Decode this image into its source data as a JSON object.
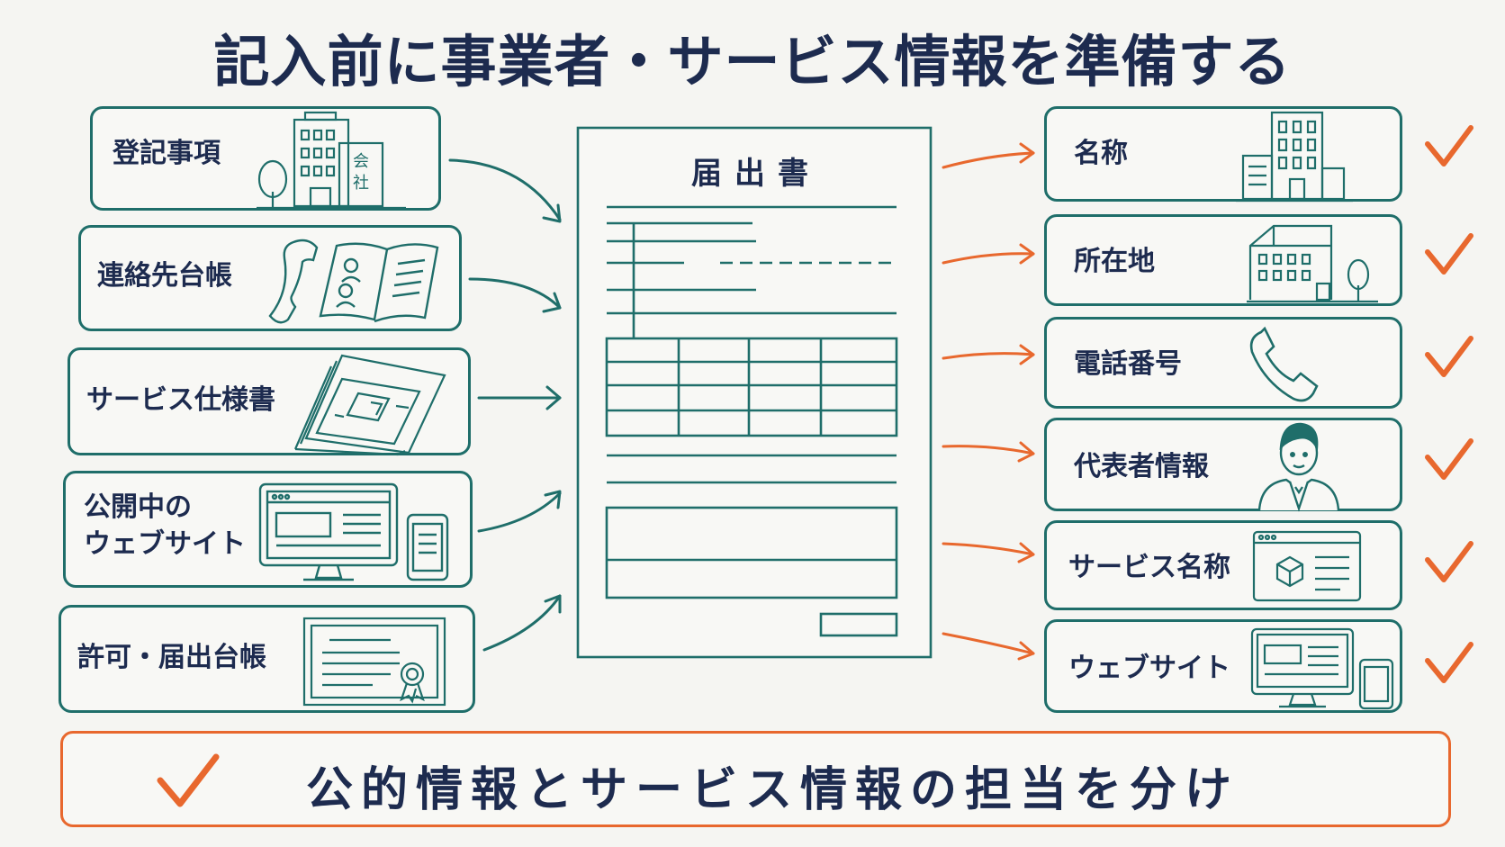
{
  "title": "記入前に事業者・サービス情報を準備する",
  "sources": [
    {
      "label": "登記事項",
      "icon": "company-building-icon"
    },
    {
      "label": "連絡先台帳",
      "icon": "phone-address-book-icon"
    },
    {
      "label": "サービス仕様書",
      "icon": "blueprint-stack-icon"
    },
    {
      "label": "公開中の\nウェブサイト",
      "icon": "monitor-tablet-icon"
    },
    {
      "label": "許可・届出台帳",
      "icon": "certificate-icon"
    }
  ],
  "document": {
    "title": "届出書"
  },
  "fields": [
    {
      "label": "名称",
      "icon": "building-icon"
    },
    {
      "label": "所在地",
      "icon": "office-tree-icon"
    },
    {
      "label": "電話番号",
      "icon": "phone-icon"
    },
    {
      "label": "代表者情報",
      "icon": "person-icon"
    },
    {
      "label": "サービス名称",
      "icon": "service-window-icon"
    },
    {
      "label": "ウェブサイト",
      "icon": "monitor-tablet-icon"
    }
  ],
  "footer": {
    "text": "公的情報とサービス情報の担当を分け"
  },
  "colors": {
    "teal": "#1f6e6a",
    "orange": "#e8682e",
    "navy": "#1d2b4f"
  }
}
